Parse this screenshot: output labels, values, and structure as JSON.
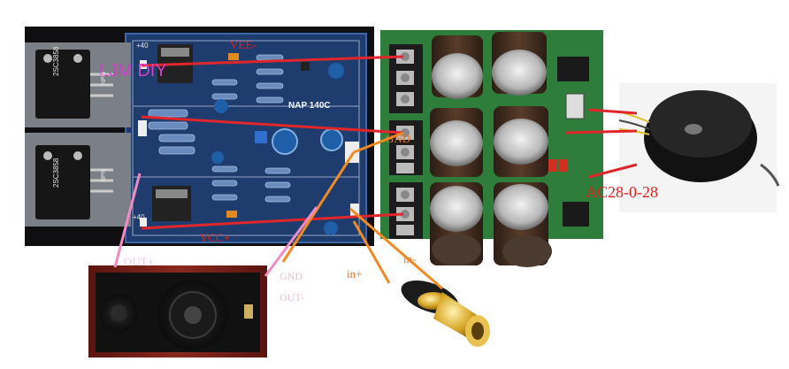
{
  "amp_board": {
    "brand": "LJM DIY",
    "model": "NAP 140C",
    "transistor_marks": [
      "2SC3858",
      "2SC3858"
    ],
    "transistor_type": "NPN",
    "rail_marks": [
      "+40",
      "+40"
    ]
  },
  "labels": {
    "vee": "VEE-",
    "vcc": "VCC+",
    "gnd_psu": "GND",
    "gnd_out": "GND",
    "out_plus": "OUT+",
    "out_minus": "OUT-",
    "in_plus": "in+",
    "in_minus": "in-",
    "transformer": "AC28-0-28"
  },
  "colors": {
    "wire_red": "#e0262b",
    "wire_orange": "#f08a24",
    "wire_pink": "#f08cc4",
    "label_red": "#e02020",
    "label_pink": "#d040c8",
    "pcb_blue": "#1e3d6e",
    "pcb_green": "#2f7d3a"
  }
}
